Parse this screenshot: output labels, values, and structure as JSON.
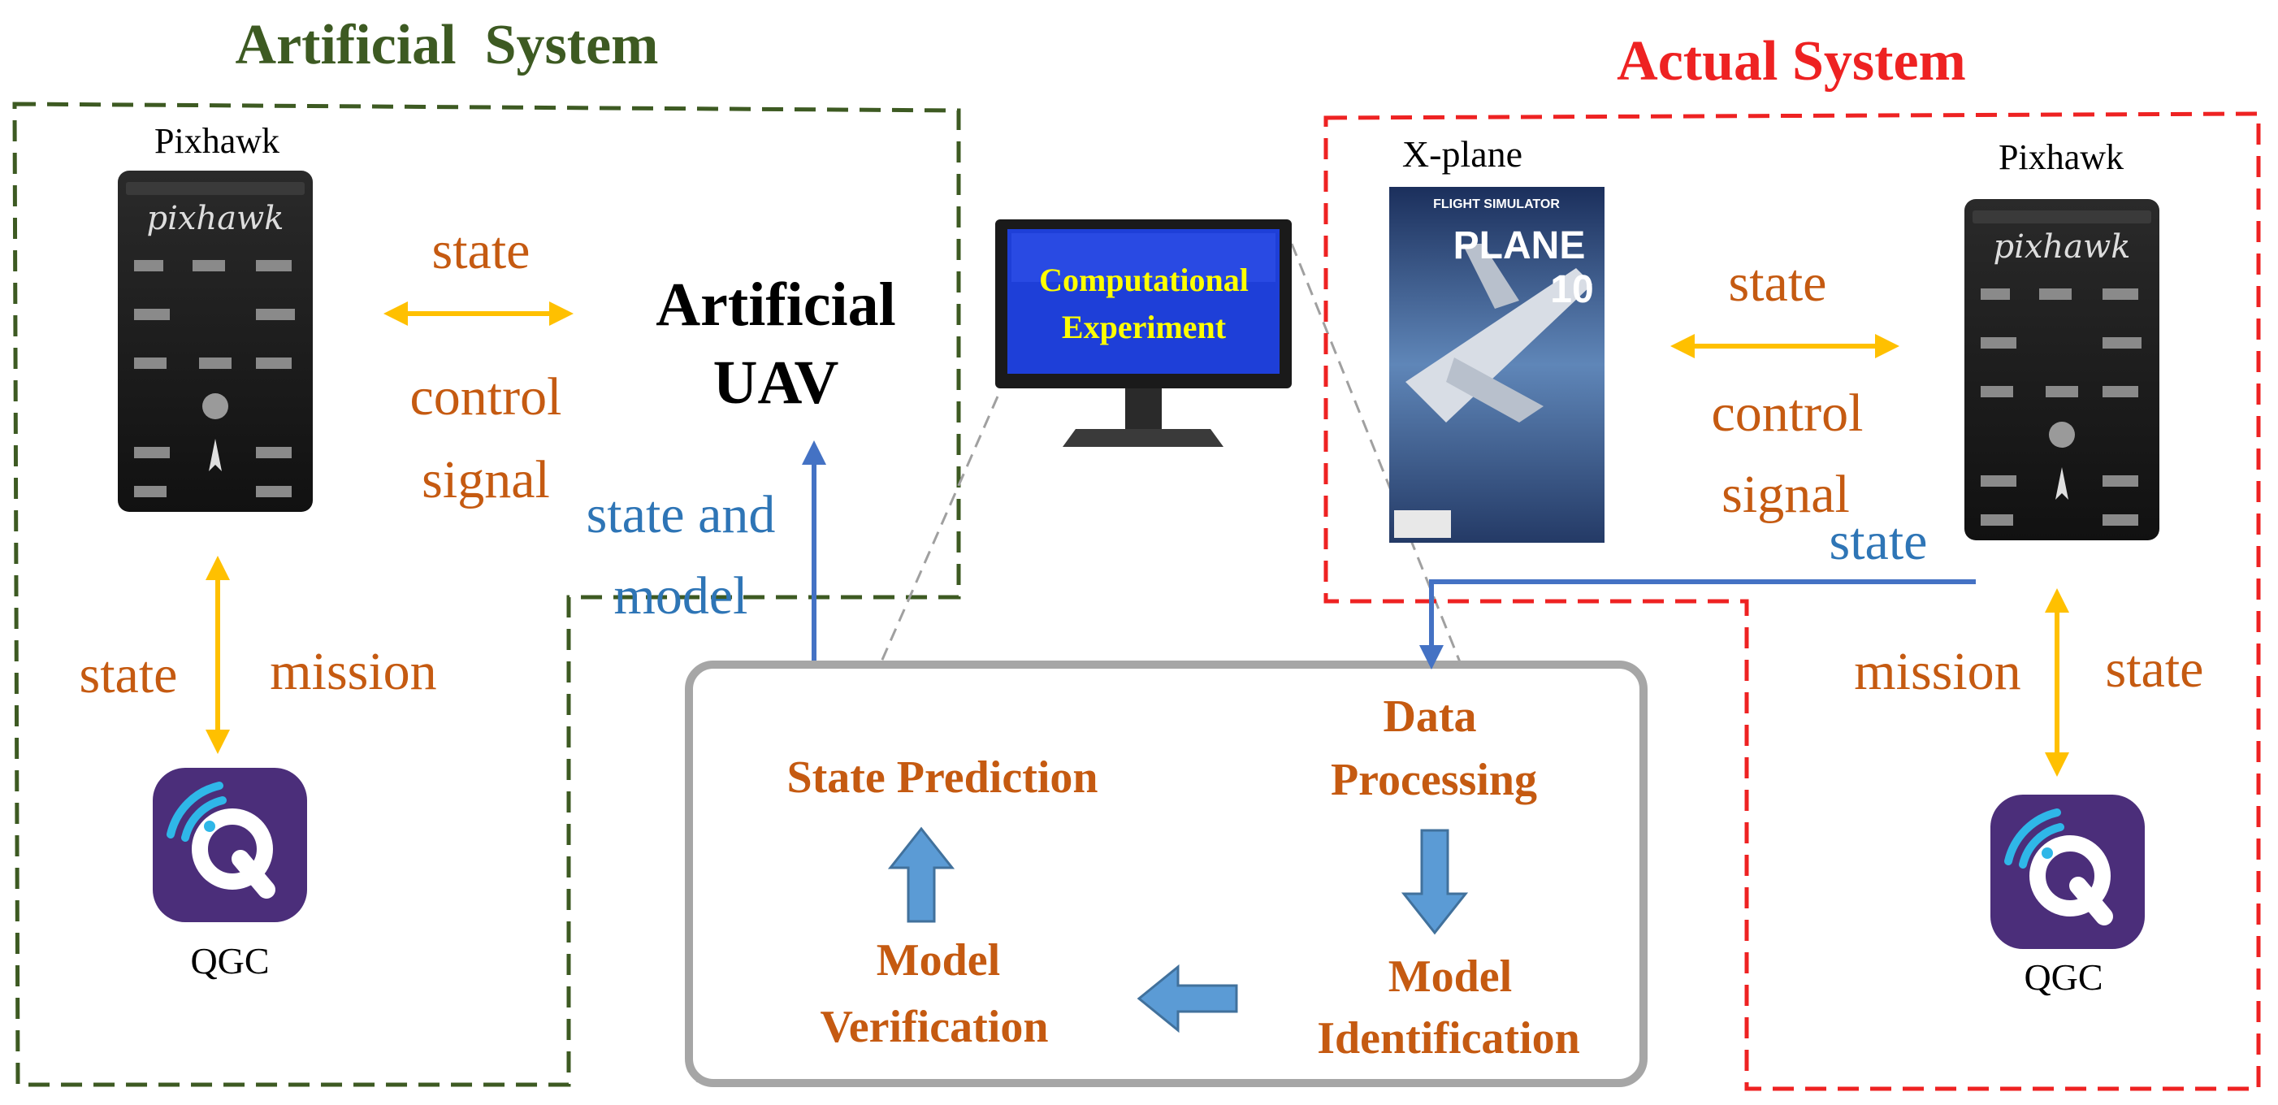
{
  "artificial_system": {
    "title": "Artificial  System",
    "pixhawk_label": "Pixhawk",
    "pixhawk_brand": "pixhawk",
    "uav_label_line1": "Artificial",
    "uav_label_line2": "UAV",
    "state_label": "state",
    "control_line1": "control",
    "control_line2": "signal",
    "state_vertical": "state",
    "mission_label": "mission",
    "qgc_label": "QGC",
    "state_model_line1": "state and",
    "state_model_line2": "model"
  },
  "actual_system": {
    "title": "Actual System",
    "xplane_label": "X-plane",
    "xplane_box_top": "FLIGHT SIMULATOR",
    "xplane_box_big1": "PLANE",
    "xplane_box_big2": "10",
    "pixhawk_label": "Pixhawk",
    "pixhawk_brand": "pixhawk",
    "state_label": "state",
    "control_line1": "control",
    "control_line2": "signal",
    "state_feedback": "state",
    "mission_label": "mission",
    "state_vertical": "state",
    "qgc_label": "QGC"
  },
  "computer": {
    "line1": "Computational",
    "line2": "Experiment"
  },
  "experiment": {
    "state_prediction": "State Prediction",
    "data_processing_line1": "Data",
    "data_processing_line2": "Processing",
    "model_verification_line1": "Model",
    "model_verification_line2": "Verification",
    "model_identification_line1": "Model",
    "model_identification_line2": "Identification"
  },
  "colors": {
    "artificial_green": "#3d5a22",
    "actual_red": "#ee2222",
    "orange_text": "#c55a11",
    "yellow_arrow": "#ffc000",
    "blue_arrow": "#4472c4",
    "blue_text": "#2e75b6",
    "flow_arrow": "#5b9bd5",
    "screen_blue": "#1e3fd8",
    "screen_text": "#ffff00",
    "box_gray": "#a6a6a6",
    "qgc_purple": "#4b2e7a"
  }
}
